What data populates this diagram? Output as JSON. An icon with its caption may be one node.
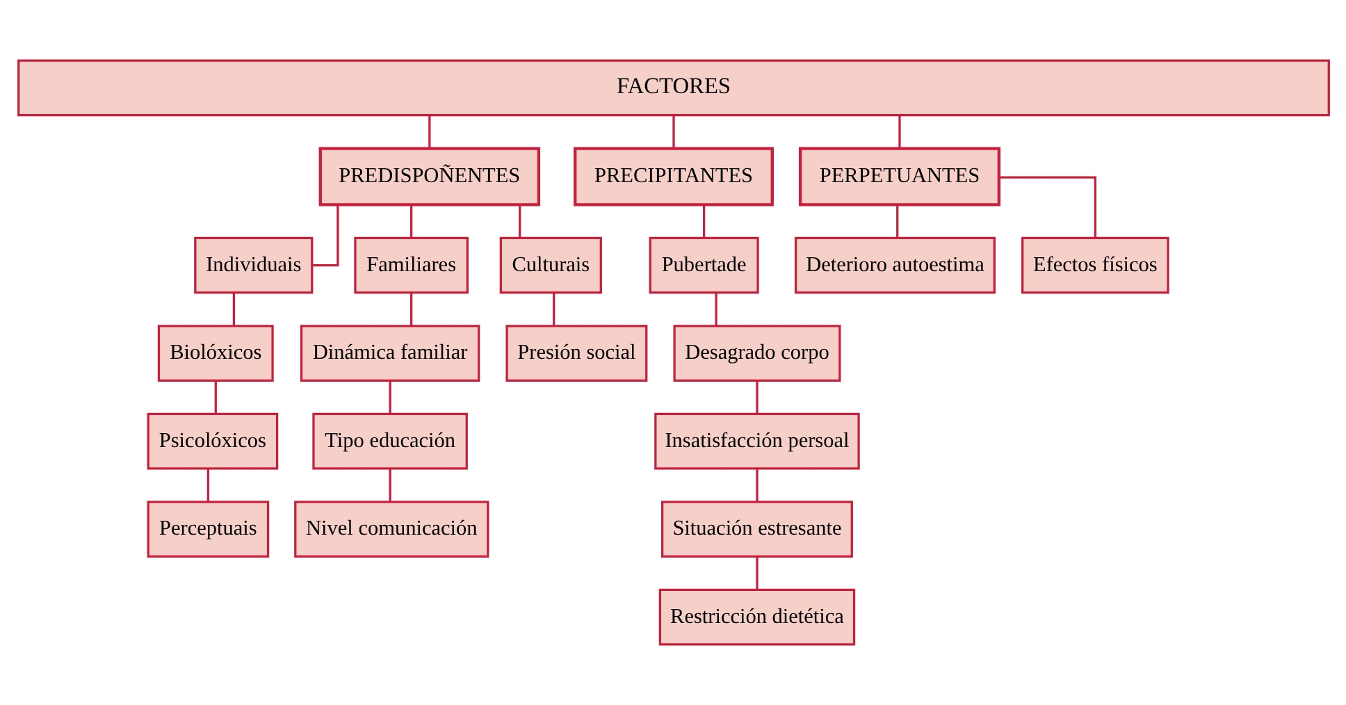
{
  "diagram": {
    "nodes": [
      {
        "text": [
          "FACTORES"
        ]
      },
      {
        "text": [
          "PREDISPOÑENTES"
        ]
      },
      {
        "text": [
          "PRECIPITANTES"
        ]
      },
      {
        "text": [
          "PERPETUANTES"
        ]
      },
      {
        "text": [
          "Individuais"
        ]
      },
      {
        "text": [
          "Familiares"
        ]
      },
      {
        "text": [
          "Culturais"
        ]
      },
      {
        "text": [
          "Biolóxicos"
        ]
      },
      {
        "text": [
          "Psicolóxicos"
        ]
      },
      {
        "text": [
          "Perceptuais"
        ]
      },
      {
        "text": [
          "Dinámica familiar"
        ]
      },
      {
        "text": [
          "Tipo educación"
        ]
      },
      {
        "text": [
          "Nivel comunicación"
        ]
      },
      {
        "text": [
          "Presión social"
        ]
      },
      {
        "text": [
          "Pubertade"
        ]
      },
      {
        "text": [
          "Desagrado corpo"
        ]
      },
      {
        "text": [
          "Insatisfacción persoal"
        ]
      },
      {
        "text": [
          "Situación estresante"
        ]
      },
      {
        "text": [
          "Restricción dietética"
        ]
      },
      {
        "text": [
          "Deterioro autoestima"
        ]
      },
      {
        "text": [
          "Efectos físicos"
        ]
      }
    ],
    "edges": [
      {
        "from": 0,
        "to": 1,
        "arrow": "none"
      },
      {
        "from": 0,
        "to": 2,
        "arrow": "none"
      },
      {
        "from": 0,
        "to": 3,
        "arrow": "none"
      },
      {
        "from": 1,
        "to": 4,
        "arrow": "none"
      },
      {
        "from": 1,
        "to": 5,
        "arrow": "none"
      },
      {
        "from": 1,
        "to": 6,
        "arrow": "none"
      },
      {
        "from": 4,
        "to": 7,
        "arrow": "none"
      },
      {
        "from": 7,
        "to": 8,
        "arrow": "none"
      },
      {
        "from": 8,
        "to": 9,
        "arrow": "none"
      },
      {
        "from": 5,
        "to": 10,
        "arrow": "none"
      },
      {
        "from": 10,
        "to": 11,
        "arrow": "none"
      },
      {
        "from": 11,
        "to": 12,
        "arrow": "none"
      },
      {
        "from": 6,
        "to": 13,
        "arrow": "none"
      },
      {
        "from": 2,
        "to": 14,
        "arrow": "none"
      },
      {
        "from": 14,
        "to": 15,
        "arrow": "none"
      },
      {
        "from": 15,
        "to": 16,
        "arrow": "none"
      },
      {
        "from": 16,
        "to": 17,
        "arrow": "none"
      },
      {
        "from": 17,
        "to": 18,
        "arrow": "none"
      },
      {
        "from": 3,
        "to": 19,
        "arrow": "none"
      },
      {
        "from": 3,
        "to": 20,
        "arrow": "none"
      }
    ]
  }
}
